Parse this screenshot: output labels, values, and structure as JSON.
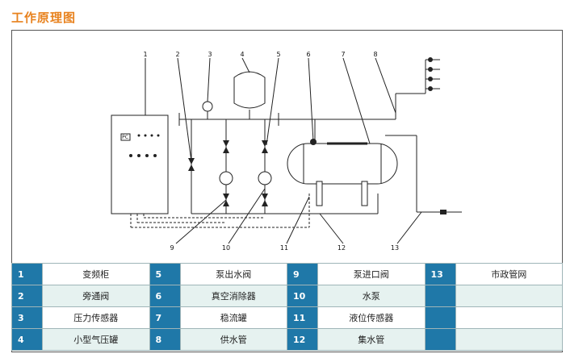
{
  "title": "工作原理图",
  "callouts": [
    "1",
    "2",
    "3",
    "4",
    "5",
    "6",
    "7",
    "8",
    "9",
    "10",
    "11",
    "12",
    "13"
  ],
  "panel_label": "PC",
  "legend": [
    [
      {
        "num": "1",
        "text": "变频柜"
      },
      {
        "num": "5",
        "text": "泵出水阀"
      },
      {
        "num": "9",
        "text": "泵进口阀"
      },
      {
        "num": "13",
        "text": "市政管网"
      }
    ],
    [
      {
        "num": "2",
        "text": "旁通阀"
      },
      {
        "num": "6",
        "text": "真空消除器"
      },
      {
        "num": "10",
        "text": "水泵"
      },
      {
        "num": "",
        "text": ""
      }
    ],
    [
      {
        "num": "3",
        "text": "压力传感器"
      },
      {
        "num": "7",
        "text": "稳流罐"
      },
      {
        "num": "11",
        "text": "液位传感器"
      },
      {
        "num": "",
        "text": ""
      }
    ],
    [
      {
        "num": "4",
        "text": "小型气压罐"
      },
      {
        "num": "8",
        "text": "供水管"
      },
      {
        "num": "12",
        "text": "集水管"
      },
      {
        "num": "",
        "text": ""
      }
    ]
  ]
}
